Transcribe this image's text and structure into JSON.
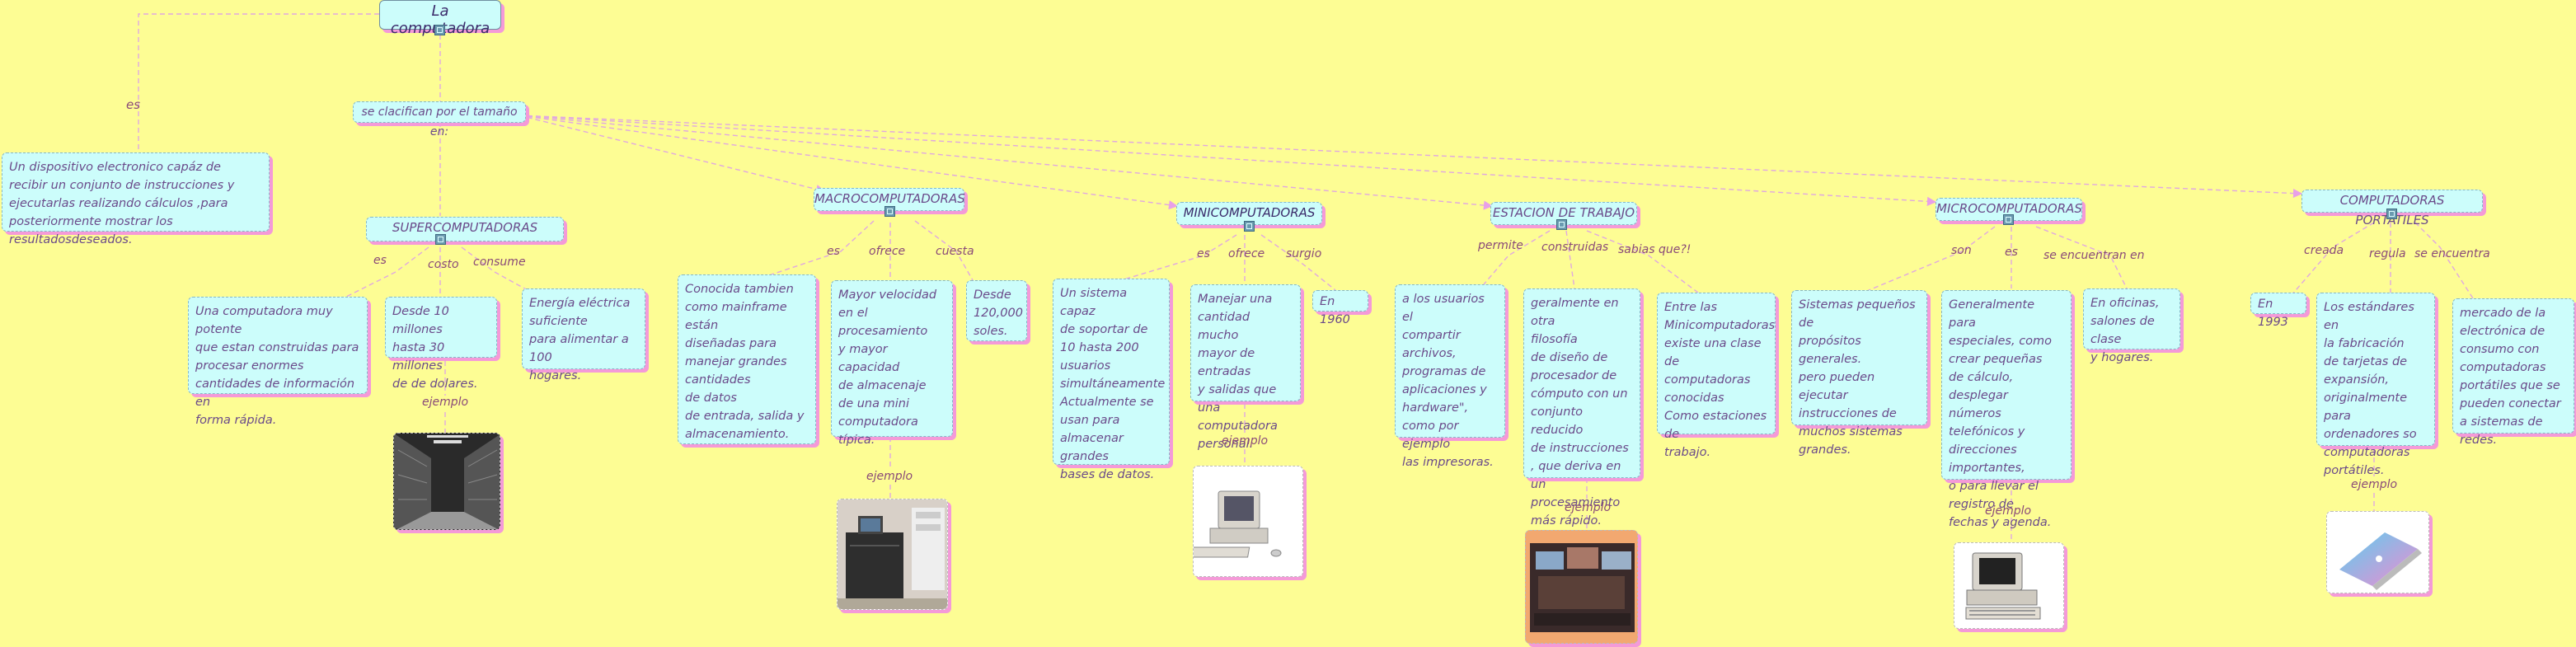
{
  "title": "La computadora",
  "root_rel": "es",
  "definition": "Un dispositivo electronico capáz de\n recibir un conjunto de instrucciones y\n ejecutarlas realizando cálculos ,para\nposteriormente mostrar los resultadosdeseados.",
  "classify": "se clacifican por el tamaño en:",
  "super": {
    "name": "SUPERCOMPUTADORAS",
    "rel_es": "es",
    "rel_costo": "costo",
    "rel_consume": "consume",
    "es": "Una computadora muy potente\nque estan construidas para\n procesar  enormes\ncantidades de información en\nforma rápida.",
    "costo": "Desde 10 millones\nhasta 30 millones\nde de dolares.",
    "consume": "Energía eléctrica\n suficiente\npara alimentar a 100\nhogares.",
    "ejemplo": "ejemplo"
  },
  "macro": {
    "name": "MACROCOMPUTADORAS",
    "rel_es": "es",
    "rel_ofrece": "ofrece",
    "rel_cuesta": "cuesta",
    "es": "Conocida tambien\ncomo mainframe están\ndiseñadas para\nmanejar grandes\ncantidades\n de datos\nde entrada, salida y\n almacenamiento.",
    "ofrece": "Mayor velocidad\nen el procesamiento\ny mayor\ncapacidad\nde almacenaje\nde una mini\ncomputadora\ntípica.",
    "cuesta": "Desde\n120,000\nsoles.",
    "ejemplo": "ejemplo"
  },
  "mini": {
    "name": "MINICOMPUTADORAS",
    "rel_es": "es",
    "rel_ofrece": "ofrece",
    "rel_surgio": "surgio",
    "es": "Un sistema capaz\nde soportar de\n 10 hasta 200\nusuarios\nsimultáneamente\nActualmente se\nusan para\nalmacenar grandes\nbases de datos.",
    "ofrece": "Manejar una\ncantidad mucho\nmayor de entradas\ny salidas que una\n computadora\npersonal.",
    "surgio": "En 1960",
    "ejemplo": "ejemplo"
  },
  "estacion": {
    "name": "ESTACION DE TRABAJO",
    "rel_permite": "permite",
    "rel_construidas": "construidas",
    "rel_sabias": "sabias que?!",
    "permite": "a los usuarios el\ncompartir\narchivos,\nprogramas de\naplicaciones y\nhardware\",\ncomo por ejemplo\nlas impresoras.",
    "construidas": "geralmente en otra\nfilosofía\nde diseño de\n procesador de\ncómputo con un\nconjunto reducido\n de instrucciones\n, que deriva en un\nprocesamiento\n más rápido.",
    "sabias": "Entre las\nMinicomputadoras\n existe una clase de\ncomputadoras\nconocidas\nComo estaciones de\n trabajo.",
    "ejemplo": "ejemplo"
  },
  "micro": {
    "name": "MICROCOMPUTADORAS",
    "rel_son": "son",
    "rel_es": "es",
    "rel_encuentran": "se encuentran en",
    "son": "Sistemas pequeños de\npropósitos\ngenerales.\npero pueden ejecutar\ninstrucciones de\n muchos sistemas\ngrandes.",
    "es": "Generalmente para\n especiales, como\ncrear pequeñas\nde cálculo, desplegar\nnúmeros telefónicos y\ndirecciones\nimportantes,\no para llevar el\nregistro de\n fechas y agenda.",
    "encuentran": "En oficinas,\nsalones de clase\n y hogares.",
    "ejemplo": "ejemplo"
  },
  "portatil": {
    "name": "COMPUTADORAS PORTATILES",
    "rel_creada": "creada",
    "rel_regula": "regula",
    "rel_encuentra": "se encuentra",
    "creada": "En 1993",
    "regula": "Los estándares en\nla fabricación\nde tarjetas de\n expansión,\noriginalmente para\nordenadores so\ncomputadoras\nportátiles.",
    "encuentra": "mercado de la\nelectrónica de\nconsumo con\ncomputadoras\n portátiles que se\npueden conectar\na sistemas de redes.",
    "ejemplo": "ejemplo"
  },
  "colors": {
    "background": "#fdfd94",
    "node_fill": "#ccfdfb",
    "shadow": "#f49ad8",
    "connector": "#e6a0e6",
    "text": "#6a4a8a"
  },
  "icons": [
    "expand-icon",
    "server-room-image",
    "mainframe-image",
    "desktop-computer-image",
    "workstation-image",
    "pc-image",
    "laptop-image"
  ]
}
